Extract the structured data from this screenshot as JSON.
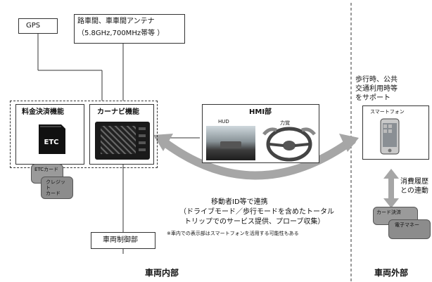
{
  "gps": "GPS",
  "antenna": {
    "line1": "路車間、車車間アンテナ",
    "line2": "（5.8GHz,700MHz帯等 ）"
  },
  "payment": {
    "title": "料金決済機能",
    "chip_label": "ETC"
  },
  "carnavi": {
    "title": "カーナビ機能"
  },
  "cards": {
    "etc": "ETCカード",
    "credit_line1": "クレジット",
    "credit_line2": "カード"
  },
  "hmi": {
    "title": "HMI部",
    "hud": "HUD",
    "force": "力覚"
  },
  "vehicle_control": "車両制御部",
  "linkage": {
    "line1": "移動者ID等で連携",
    "line2": "（ドライブモード／歩行モードを含めたトータル",
    "line3": "トリップでのサービス提供、プローブ収集）",
    "note": "※車内での表示部はスマートフォンを活用する可能性もある"
  },
  "walking": {
    "line1": "歩行時、公共",
    "line2": "交通利用時等",
    "line3": "をサポート"
  },
  "smartphone": {
    "title": "スマートフォン"
  },
  "history": {
    "line1": "消費履歴",
    "line2": "との連動"
  },
  "payment_cards": {
    "card": "カード決済",
    "emoney": "電子マネー"
  },
  "sections": {
    "inside": "車両内部",
    "outside": "車両外部"
  },
  "colors": {
    "arrow": "#a6a6a6",
    "card": "#8c8c8c",
    "line": "#333333"
  }
}
